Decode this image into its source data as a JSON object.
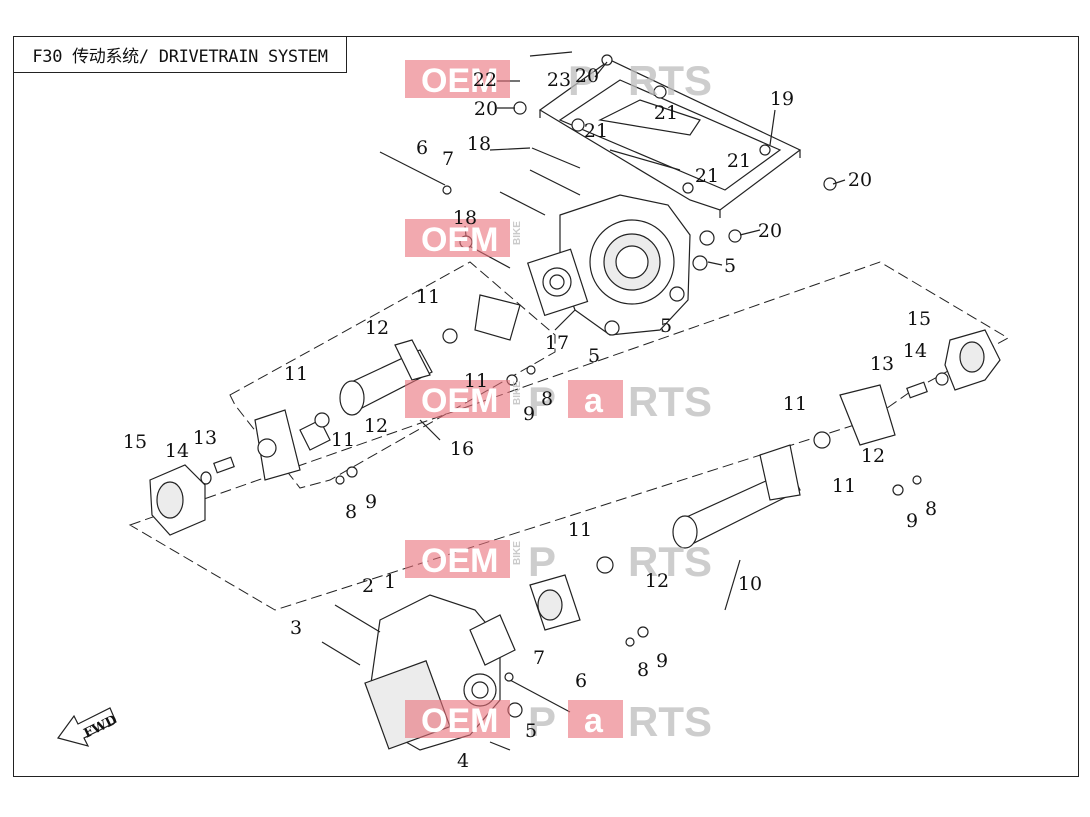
{
  "header": {
    "title": "F30 传动系统/ DRIVETRAIN SYSTEM"
  },
  "watermark": {
    "oem": "OEM",
    "bike": "BIKE",
    "parts_a": "P",
    "parts_b": "a",
    "parts_c": "RTS"
  },
  "direction_label": "FWD",
  "callouts": [
    "1",
    "2",
    "3",
    "4",
    "5",
    "5",
    "5",
    "5",
    "5",
    "6",
    "6",
    "7",
    "7",
    "8",
    "8",
    "8",
    "8",
    "9",
    "9",
    "9",
    "9",
    "10",
    "11",
    "11",
    "11",
    "11",
    "11",
    "11",
    "11",
    "12",
    "12",
    "12",
    "12",
    "13",
    "13",
    "14",
    "14",
    "15",
    "15",
    "16",
    "17",
    "18",
    "18",
    "19",
    "20",
    "20",
    "20",
    "20",
    "21",
    "21",
    "21",
    "21",
    "22",
    "23"
  ],
  "colors": {
    "ink": "#222222",
    "watermark_red": "#e9707a",
    "watermark_gray": "#bdbdbd"
  }
}
